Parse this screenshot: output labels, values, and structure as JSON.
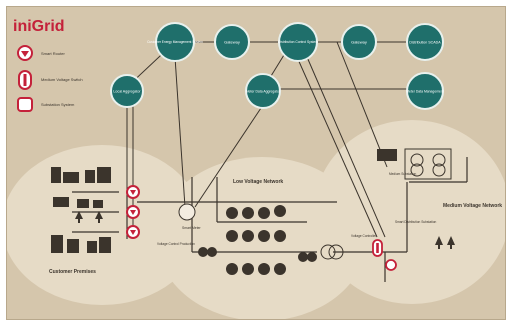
{
  "brand": {
    "title": "iniGrid",
    "title_color": "#c4213a"
  },
  "legend": [
    {
      "icon": "smart-router-icon",
      "label": "Smart Router"
    },
    {
      "icon": "medium-voltage-switch-icon",
      "label": "Medium Voltage Switch"
    },
    {
      "icon": "substation-system-icon",
      "label": "Substation System"
    }
  ],
  "nodes": {
    "cgms": "Customer Energy Management System",
    "gateway1": "Gateway",
    "distribution_control": "Distribution Control System",
    "gateway2": "Gateway",
    "distribution_scada": "Distribution SCADA",
    "local_aggregator": "Local Aggregator",
    "meter_aggregator": "Meter Data Aggregator",
    "meter_management": "Meter Data Management"
  },
  "areas": {
    "customer_premises": "Customer Premises",
    "low_voltage": "Low Voltage Network",
    "medium_voltage": "Medium Voltage Network"
  },
  "labels": {
    "smart_meter": "Smart Meter",
    "voltage_control": "Voltage Control Production",
    "voltage_controller": "Voltage Controller",
    "smart_distribution": "Smart Distribution Substation",
    "medium_substation": "Medium Substation"
  },
  "colors": {
    "node": "#1f6f6b",
    "node_ring": "#e8f1ee",
    "accent": "#c4213a",
    "line": "#3b342c",
    "bg": "#d5c6ac",
    "zone": "#e6dbc6"
  }
}
